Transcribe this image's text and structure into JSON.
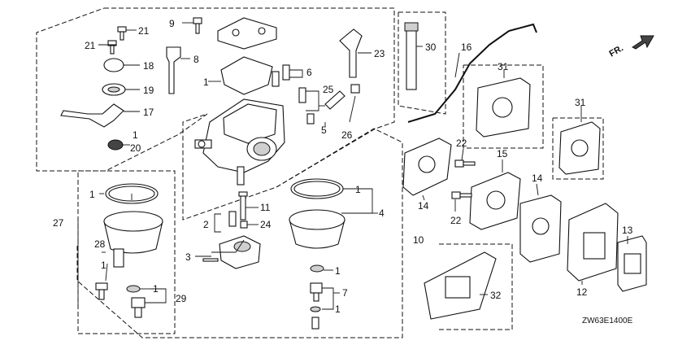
{
  "diagram": {
    "code": "ZW63E1400E",
    "direction": "FR.",
    "callouts": [
      "21",
      "21",
      "9",
      "8",
      "18",
      "19",
      "17",
      "1",
      "20",
      "23",
      "30",
      "16",
      "6",
      "25",
      "1",
      "5",
      "26",
      "31",
      "31",
      "22",
      "15",
      "14",
      "22",
      "14",
      "13",
      "12",
      "11",
      "24",
      "2",
      "3",
      "1",
      "4",
      "10",
      "1",
      "27",
      "28",
      "1",
      "1",
      "29",
      "1",
      "7",
      "1",
      "32"
    ]
  }
}
